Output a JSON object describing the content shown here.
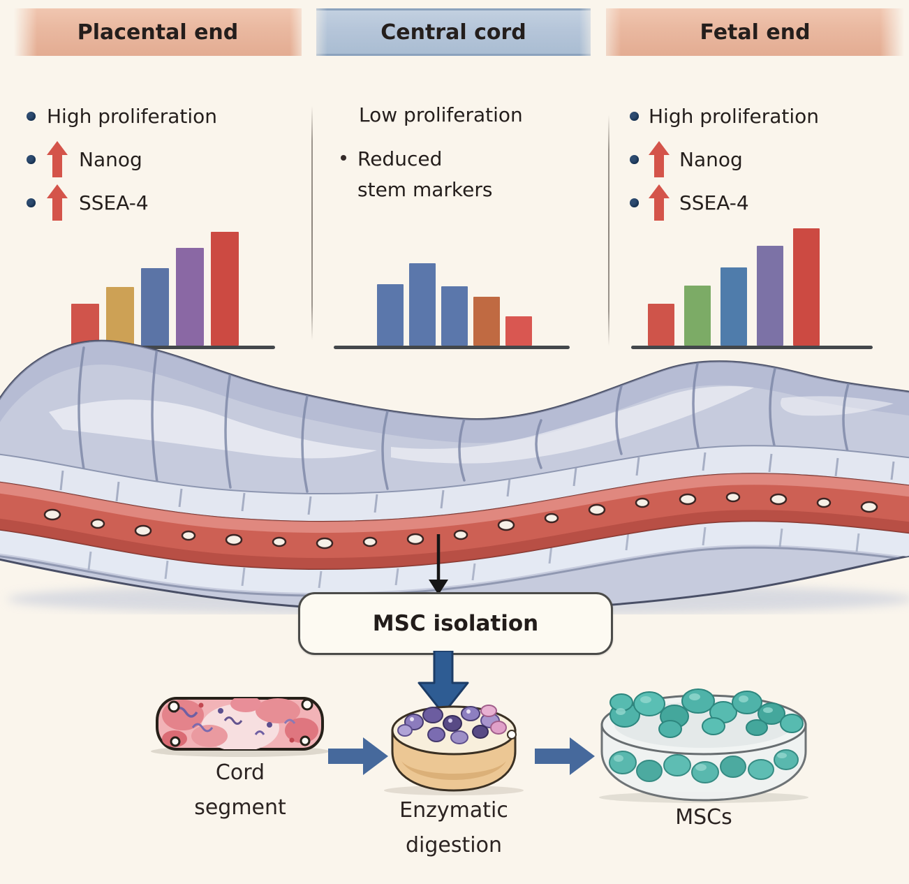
{
  "header": {
    "bands": [
      {
        "label": "Placental end"
      },
      {
        "label": "Central cord"
      },
      {
        "label": "Fetal end"
      }
    ]
  },
  "columns": [
    {
      "region": "placental",
      "items": [
        {
          "marker": "dot",
          "up_arrow": false,
          "text": "High proliferation"
        },
        {
          "marker": "dot",
          "up_arrow": true,
          "text": "Nanog"
        },
        {
          "marker": "dot",
          "up_arrow": true,
          "text": "SSEA-4"
        }
      ]
    },
    {
      "region": "central",
      "items": [
        {
          "marker": "none",
          "up_arrow": false,
          "text": "Low proliferation"
        },
        {
          "marker": "small-dot",
          "up_arrow": false,
          "text": "Reduced stem markers",
          "line1": "Reduced",
          "line2": "stem markers"
        }
      ]
    },
    {
      "region": "fetal",
      "items": [
        {
          "marker": "dot",
          "up_arrow": false,
          "text": "High proliferation"
        },
        {
          "marker": "dot",
          "up_arrow": true,
          "text": "Nanog"
        },
        {
          "marker": "dot",
          "up_arrow": true,
          "text": "SSEA-4"
        }
      ]
    }
  ],
  "chart_data": [
    {
      "type": "bar",
      "region": "placental",
      "title": "",
      "xlabel": "",
      "ylabel": "",
      "categories": [
        "",
        "",
        "",
        "",
        ""
      ],
      "values": [
        60,
        84,
        111,
        140,
        163
      ],
      "colors": [
        "#d0544b",
        "#cda155",
        "#5b74a6",
        "#8a68a4",
        "#cc4a42"
      ],
      "value_scale": "relative height (unlabeled qualitative bars, increasing)",
      "grid": false,
      "legend": false
    },
    {
      "type": "bar",
      "region": "central",
      "title": "",
      "xlabel": "",
      "ylabel": "",
      "categories": [
        "",
        "",
        "",
        "",
        ""
      ],
      "values": [
        88,
        118,
        85,
        70,
        42
      ],
      "colors": [
        "#5b77ab",
        "#5b77ab",
        "#5b77ab",
        "#c06a42",
        "#d95751"
      ],
      "value_scale": "relative height (unlabeled qualitative bars, peak then decline)",
      "grid": false,
      "legend": false
    },
    {
      "type": "bar",
      "region": "fetal",
      "title": "",
      "xlabel": "",
      "ylabel": "",
      "categories": [
        "",
        "",
        "",
        "",
        ""
      ],
      "values": [
        60,
        86,
        112,
        143,
        168
      ],
      "colors": [
        "#cf544a",
        "#7cab66",
        "#4f7cab",
        "#7c72a6",
        "#cc4a42"
      ],
      "value_scale": "relative height (unlabeled qualitative bars, increasing)",
      "grid": false,
      "legend": false
    }
  ],
  "flow": {
    "isolation_label": "MSC isolation",
    "steps": [
      {
        "label": "Cord segment",
        "line1": "Cord",
        "line2": "segment"
      },
      {
        "label": "Enzymatic digestion",
        "line1": "Enzymatic",
        "line2": "digestion"
      },
      {
        "label": "MSCs",
        "line1": "MSCs",
        "line2": ""
      }
    ]
  },
  "colors": {
    "background": "#faf5ec",
    "band_salmon": "#eab9a1",
    "band_blue": "#b5c5d9",
    "text_dark": "#241e1c",
    "bullet_blue": "#2d4b70",
    "up_arrow_red": "#d4544a",
    "flow_arrow_blue": "#46699c",
    "down_arrow_blue": "#2e5c93",
    "cord_body": "#c6cbdd",
    "vessel_red": "#cd6054",
    "dish_tan": "#ecc794",
    "msc_teal": "#4fb3a9"
  }
}
